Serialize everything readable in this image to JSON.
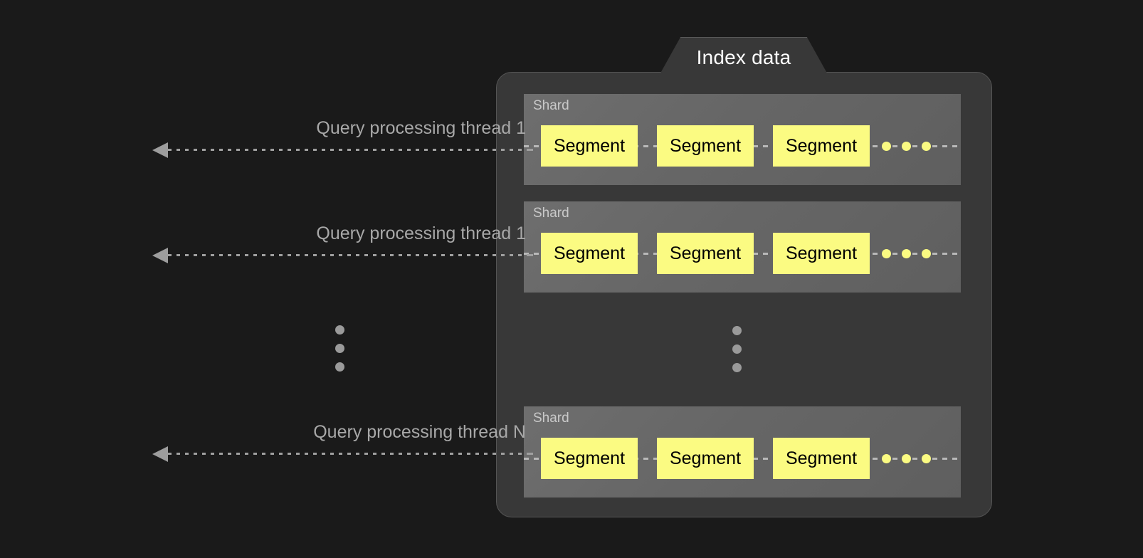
{
  "diagram": {
    "title": "Index data",
    "background_color": "#1a1a1a",
    "panel_color": "#383838",
    "shard_color": "#666666",
    "segment_color": "#fbfb82",
    "accent_text_color": "#a8a8a8"
  },
  "threads": [
    {
      "label": "Query processing thread 1"
    },
    {
      "label": "Query processing thread 1"
    },
    {
      "label": "Query processing thread N"
    }
  ],
  "shards": [
    {
      "label": "Shard",
      "segments": [
        {
          "label": "Segment"
        },
        {
          "label": "Segment"
        },
        {
          "label": "Segment"
        }
      ],
      "continuation_dots": 3
    },
    {
      "label": "Shard",
      "segments": [
        {
          "label": "Segment"
        },
        {
          "label": "Segment"
        },
        {
          "label": "Segment"
        }
      ],
      "continuation_dots": 3
    },
    {
      "label": "Shard",
      "segments": [
        {
          "label": "Segment"
        },
        {
          "label": "Segment"
        },
        {
          "label": "Segment"
        }
      ],
      "continuation_dots": 3
    }
  ],
  "ellipsis": {
    "left_dots": 3,
    "panel_dots": 3
  }
}
